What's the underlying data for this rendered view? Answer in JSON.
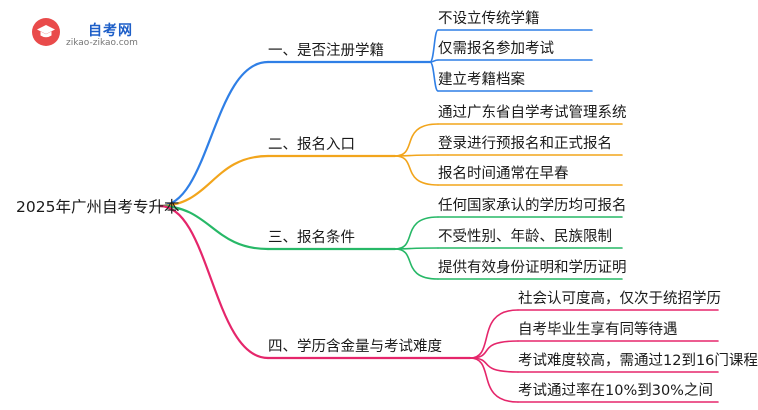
{
  "logo": {
    "name": "自考网",
    "url": "zikao-zikao.com",
    "icon": "graduation-cap-icon"
  },
  "root": {
    "label": "2025年广州自考专升本"
  },
  "branches": [
    {
      "label": "一、是否注册学籍",
      "color": "#2f7fe6",
      "children": [
        "不设立传统学籍",
        "仅需报名参加考试",
        "建立考籍档案"
      ]
    },
    {
      "label": "二、报名入口",
      "color": "#f2a51c",
      "children": [
        "通过广东省自学考试管理系统",
        "登录进行预报名和正式报名",
        "报名时间通常在早春"
      ]
    },
    {
      "label": "三、报名条件",
      "color": "#27b867",
      "children": [
        "任何国家承认的学历均可报名",
        "不受性别、年龄、民族限制",
        "提供有效身份证明和学历证明"
      ]
    },
    {
      "label": "四、学历含金量与考试难度",
      "color": "#e5266b",
      "children": [
        "社会认可度高，仅次于统招学历",
        "自考毕业生享有同等待遇",
        "考试难度较高，需通过12到16门课程",
        "考试通过率在10%到30%之间"
      ]
    }
  ]
}
